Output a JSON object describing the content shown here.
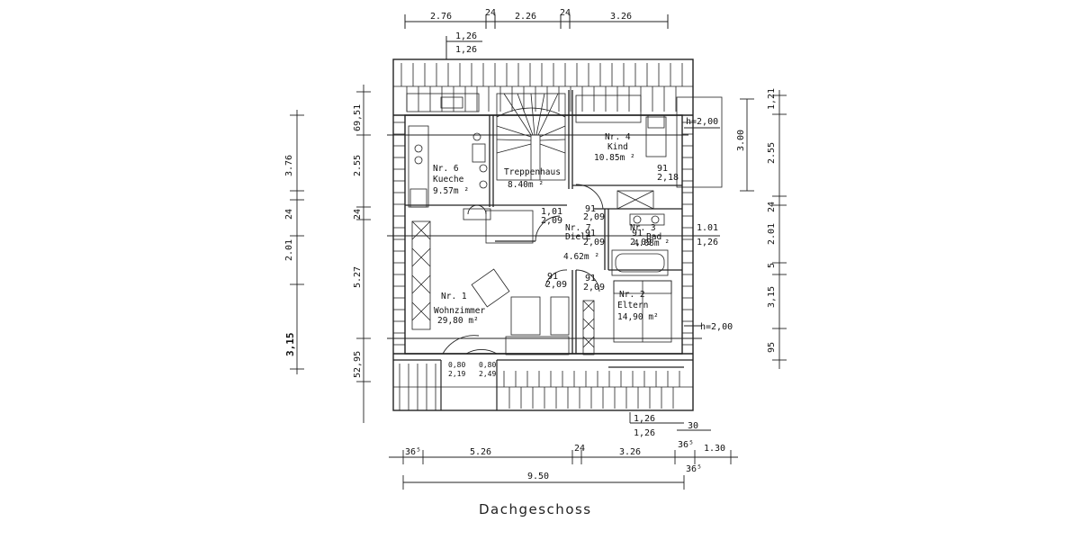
{
  "plan": {
    "title": "Dachgeschoss",
    "rooms": {
      "kueche": {
        "nr": "Nr. 6",
        "name": "Kueche",
        "area": "9.57m ²"
      },
      "treppenhaus": {
        "name": "Treppenhaus",
        "area": "8.40m ²"
      },
      "kind": {
        "nr": "Nr. 4",
        "name": "Kind",
        "area": "10.85m ²"
      },
      "diele": {
        "nr": "Nr. 7",
        "name": "Diele",
        "area": "4.62m ²"
      },
      "bad": {
        "nr": "Nr. 3",
        "name": "Bad",
        "area": "4.08m ²"
      },
      "wohnzimmer": {
        "nr": "Nr. 1",
        "name": "Wohnzimmer",
        "area": "29,80 m²"
      },
      "eltern": {
        "nr": "Nr. 2",
        "name": "Eltern",
        "area": "14,90 m²"
      }
    },
    "top_dims": [
      "2.76",
      "24",
      "2.26",
      "24",
      "3.26"
    ],
    "top_sub": [
      "1,26",
      "1,26"
    ],
    "bottom_dims": [
      "36⁵",
      "5.26",
      "24",
      "3.26",
      "36⁵",
      "1.30"
    ],
    "bottom_total": "9.50",
    "bottom_sub": [
      "36⁵"
    ],
    "right_dims": [
      "1,21",
      "3.00",
      "2.55",
      "24",
      "2.01",
      "5",
      "3,15",
      "95"
    ],
    "left_outer": [
      "3.76",
      "24",
      "2.01",
      "3,15"
    ],
    "left_inner": [
      "69,51",
      "2.55",
      "24",
      "5.27",
      "52,95"
    ],
    "door_labels": [
      "91",
      "2,18",
      "1,01",
      "2,09",
      "91",
      "2,09",
      "91",
      "2,09",
      "1.01",
      "1,26",
      "91",
      "2,09",
      "91",
      "2,09",
      "91",
      "2,09",
      "0,80",
      "2,19",
      "0,80",
      "2,49"
    ],
    "notes": [
      "h=2,00",
      "h=2,00"
    ],
    "lower_sub": [
      "1,26",
      "30",
      "1,26"
    ]
  }
}
